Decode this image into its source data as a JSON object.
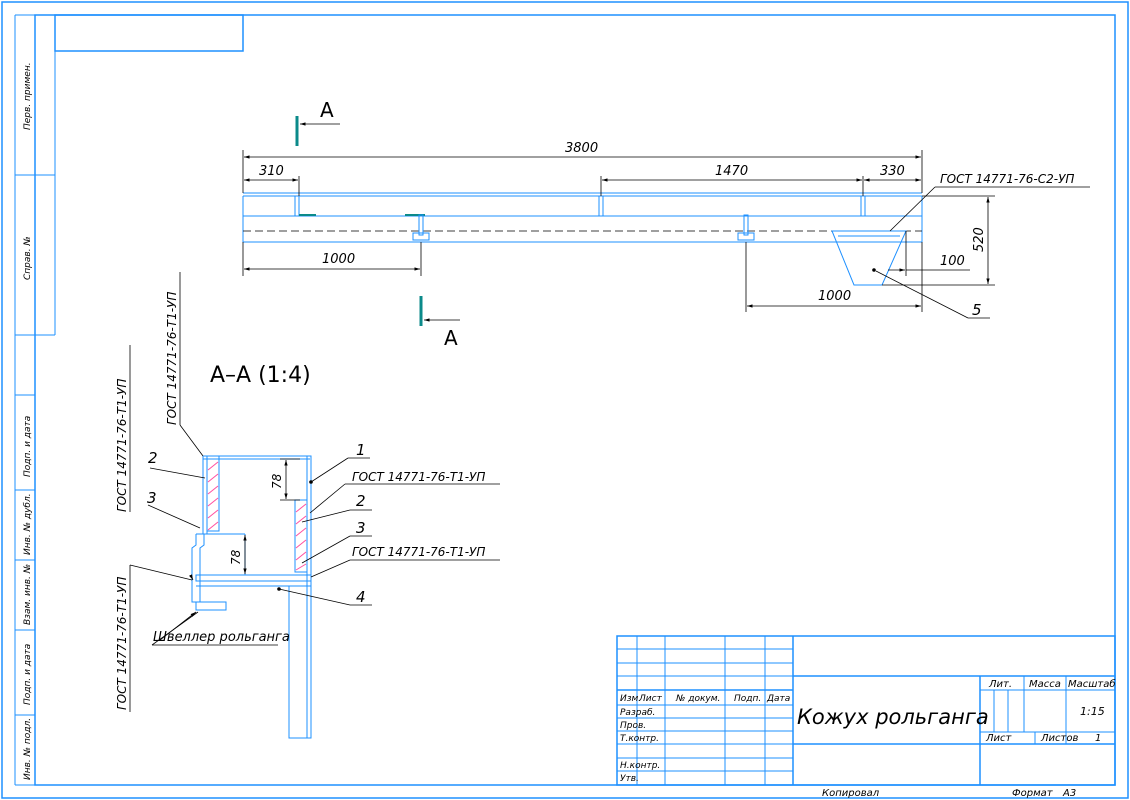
{
  "side_stamp": [
    "Перв. примен.",
    "Справ. №",
    "Подп. и дата",
    "Инв. № дубл.",
    "Взам. инв. №",
    "Подп. и дата",
    "Инв. № подл."
  ],
  "main_view": {
    "dimensions": {
      "total_length": "3800",
      "left_offset": "310",
      "mid_span": "1470",
      "right_offset": "330",
      "bottom_left": "1000",
      "bottom_right": "1000",
      "height": "520",
      "small_offset": "100"
    },
    "leader_callout": "ГОСТ 14771-76-С2-УП",
    "item_5": "5"
  },
  "section_marks": {
    "top": "А",
    "bottom": "А"
  },
  "section_view": {
    "title": "А–А (1:4)",
    "vertical_note_left": "ГОСТ 14771-76-Т1-УП",
    "vertical_note_center": "ГОСТ 14771-76-Т1-УП",
    "vertical_note_bottom": "ГОСТ 14771-76-Т1-УП",
    "callout_right_top": "ГОСТ 14771-76-Т1-УП",
    "callout_right_mid": "ГОСТ 14771-76-Т1-УП",
    "dim_78_upper": "78",
    "dim_78_lower": "78",
    "items": {
      "one": "1",
      "two_left": "2",
      "three_left": "3",
      "two_right": "2",
      "three_right": "3",
      "four": "4"
    },
    "channel_note": "Швеллер рольганга"
  },
  "title_block": {
    "title": "Кожух рольганга",
    "headers": {
      "izm": "Изм.",
      "list": "Лист",
      "doc": "№ докум.",
      "sign": "Подп.",
      "date": "Дата"
    },
    "roles": [
      "Разраб.",
      "Пров.",
      "Т.контр.",
      "",
      "Н.контр.",
      "Утв."
    ],
    "lit": "Лит.",
    "mass": "Масса",
    "scale_label": "Масштаб",
    "scale_value": "1:15",
    "sheet_label": "Лист",
    "sheets_label": "Листов",
    "sheets_value": "1",
    "copied": "Копировал",
    "format_label": "Формат",
    "format_value": "А3"
  }
}
